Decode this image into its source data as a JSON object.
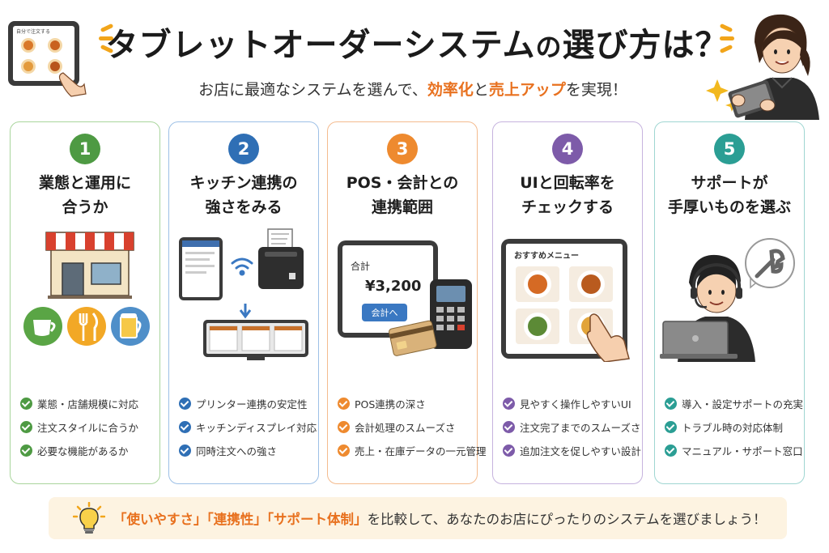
{
  "header": {
    "title_main": "タブレットオーダーシステム",
    "title_no": "の",
    "title_tail": "選び方は？",
    "subtitle_a": "お店に最適なシステムを選んで、",
    "subtitle_hl1": "効率化",
    "subtitle_b": "と",
    "subtitle_hl2": "売上アップ",
    "subtitle_c": "を実現！",
    "tablet_screen_label": "自分で注文する"
  },
  "cards": [
    {
      "number": "1",
      "title_line1": "業態と運用に",
      "title_line2": "合うか",
      "checks": [
        "業態・店舗規模に対応",
        "注文スタイルに合うか",
        "必要な機能があるか"
      ]
    },
    {
      "number": "2",
      "title_line1": "キッチン連携の",
      "title_line2": "強さをみる",
      "checks": [
        "プリンター連携の安定性",
        "キッチンディスプレイ対応",
        "同時注文への強さ"
      ]
    },
    {
      "number": "3",
      "title_line1": "POS・会計との",
      "title_line2": "連携範囲",
      "pos_total_label": "合計",
      "pos_amount": "¥3,200",
      "pos_button": "会計へ",
      "checks": [
        "POS連携の深さ",
        "会計処理のスムーズさ",
        "売上・在庫データの一元管理"
      ]
    },
    {
      "number": "4",
      "title_line1": "UIと回転率を",
      "title_line2": "チェックする",
      "menu_label": "おすすめメニュー",
      "checks": [
        "見やすく操作しやすいUI",
        "注文完了までのスムーズさ",
        "追加注文を促しやすい設計"
      ]
    },
    {
      "number": "5",
      "title_line1": "サポートが",
      "title_line2": "手厚いものを選ぶ",
      "checks": [
        "導入・設定サポートの充実",
        "トラブル時の対応体制",
        "マニュアル・サポート窓口"
      ]
    }
  ],
  "banner": {
    "hl": "「使いやすさ」「連携性」「サポート体制」",
    "text": "を比較して、あなたのお店にぴったりのシステムを選びましょう！"
  },
  "colors": {
    "accent_orange": "#e8711f",
    "card1": "#4e9a43",
    "card2": "#2f6fb5",
    "card3": "#ee8a2f",
    "card4": "#7d5ba9",
    "card5": "#2b9e94"
  },
  "icons": {
    "card1": [
      "storefront-icon",
      "coffee-icon",
      "fork-knife-icon",
      "beer-icon"
    ],
    "card2": [
      "tablet-icon",
      "wifi-icon",
      "printer-icon",
      "arrow-down-icon",
      "kitchen-display-icon"
    ],
    "card3": [
      "pos-tablet-icon",
      "card-terminal-icon",
      "credit-card-icon"
    ],
    "card4": [
      "menu-tablet-icon",
      "pointing-hand-icon"
    ],
    "card5": [
      "support-operator-icon",
      "wrench-icon",
      "laptop-icon"
    ],
    "banner": "lightbulb-icon"
  }
}
